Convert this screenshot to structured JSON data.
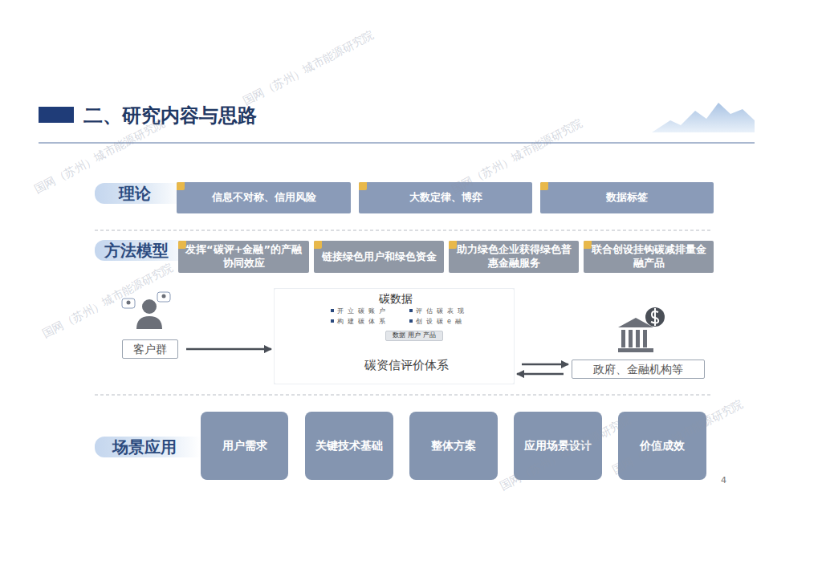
{
  "diagram": {
    "title": "二、研究内容与思路",
    "nodes": [
      {
        "text": [
          "理论"
        ]
      },
      {
        "text": [
          "信息不对称、信用风险"
        ]
      },
      {
        "text": [
          "大数定律、博弈"
        ]
      },
      {
        "text": [
          "数据标签"
        ]
      },
      {
        "text": [
          "方法模型"
        ]
      },
      {
        "text": [
          "发挥“碳评+金融”的产融协同效应"
        ]
      },
      {
        "text": [
          "链接绿色用户和绿色资金"
        ]
      },
      {
        "text": [
          "助力绿色企业获得绿色普惠金融服务"
        ]
      },
      {
        "text": [
          "联合创设挂钩碳减排量金融产品"
        ]
      },
      {
        "text": [
          "客户群"
        ]
      },
      {
        "text": [
          "碳数据",
          "开立碳账户",
          "评估碳表现",
          "构建碳体系",
          "创设碳e融",
          "碳资信评价体系"
        ]
      },
      {
        "text": [
          "数据 用户 产品"
        ],
        "in": 10
      },
      {
        "text": [
          "政府、金融机构等"
        ]
      },
      {
        "text": [
          "场景应用"
        ]
      },
      {
        "text": [
          "用户需求"
        ]
      },
      {
        "text": [
          "关键技术基础"
        ]
      },
      {
        "text": [
          "整体方案"
        ]
      },
      {
        "text": [
          "应用场景设计"
        ]
      },
      {
        "text": [
          "价值成效"
        ]
      }
    ],
    "edges": [
      {
        "from": 9,
        "to": 10,
        "arrow": "to"
      },
      {
        "from": 10,
        "to": 12,
        "arrow": "to"
      },
      {
        "from": 12,
        "to": 10,
        "arrow": "to"
      }
    ],
    "labels": [
      "国网（苏州）城市能源研究院",
      "国网（苏州）城市能源研究院",
      "国网（苏州）城市能源研究院",
      "国网（苏州）城市能源研究院",
      "国网（苏州）城市能源研究院",
      "国网（苏州）城市能源研究院",
      "4"
    ]
  }
}
